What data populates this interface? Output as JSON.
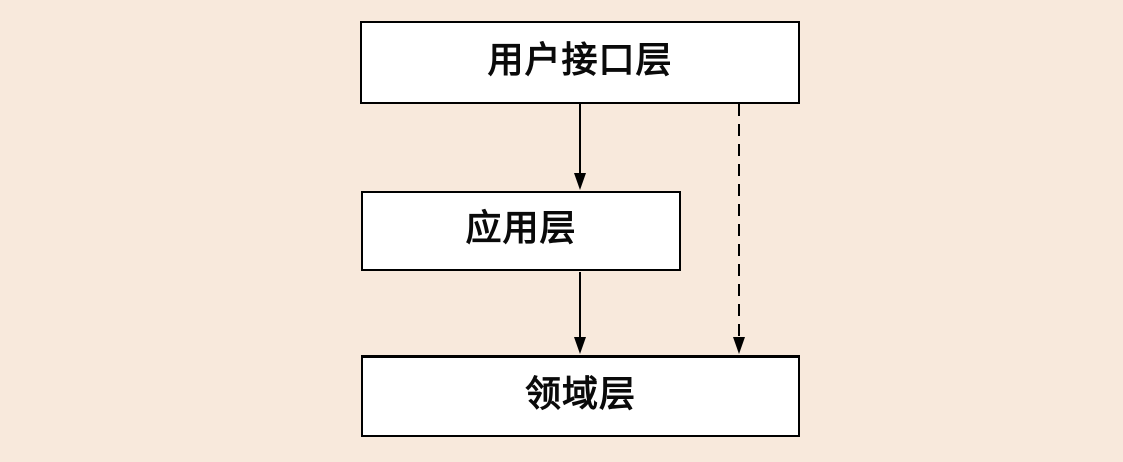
{
  "diagram": {
    "title": "layered-architecture-diagram",
    "colors": {
      "background": "#f8e9dc",
      "node_fill": "#ffffff",
      "node_border": "#000000",
      "edge": "#000000",
      "text": "#0a0a0a"
    },
    "nodes": [
      {
        "id": "ui-layer",
        "label": "用户接口层"
      },
      {
        "id": "application-layer",
        "label": "应用层"
      },
      {
        "id": "domain-layer",
        "label": "领域层"
      }
    ],
    "edges": [
      {
        "from": "ui-layer",
        "to": "application-layer",
        "style": "solid",
        "arrowhead": "filled-triangle"
      },
      {
        "from": "application-layer",
        "to": "domain-layer",
        "style": "solid",
        "arrowhead": "filled-triangle"
      },
      {
        "from": "ui-layer",
        "to": "domain-layer",
        "style": "dashed",
        "arrowhead": "filled-triangle"
      }
    ]
  }
}
